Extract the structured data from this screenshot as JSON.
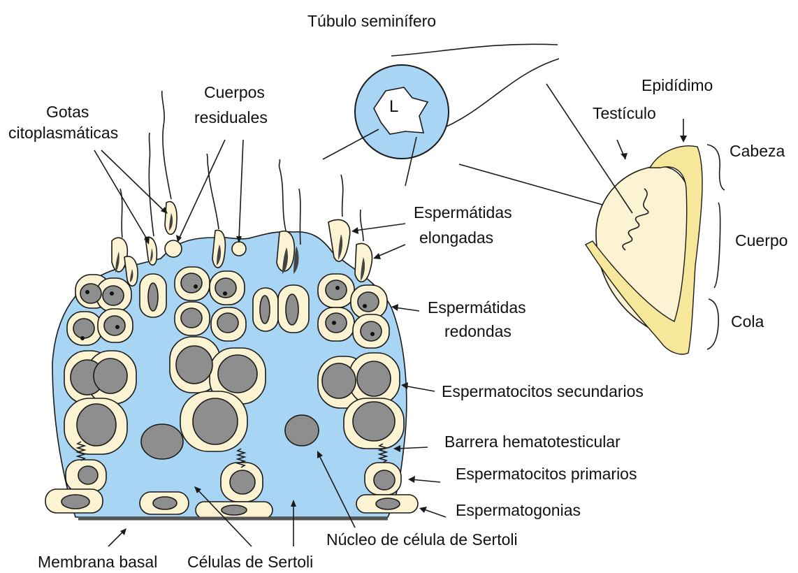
{
  "labels": {
    "tubulo": "Túbulo seminífero",
    "lumen": "L",
    "epididimo": "Epidídimo",
    "testiculo": "Testículo",
    "cabeza": "Cabeza",
    "cuerpo": "Cuerpo",
    "cola": "Cola",
    "gotas_1": "Gotas",
    "gotas_2": "citoplasmáticas",
    "cuerpos_1": "Cuerpos",
    "cuerpos_2": "residuales",
    "esp_elong_1": "Espermátidas",
    "esp_elong_2": "elongadas",
    "esp_red_1": "Espermátidas",
    "esp_red_2": "redondas",
    "espermatocitos_sec": "Espermatocitos secundarios",
    "barrera": "Barrera hematotesticular",
    "espermatocitos_prim": "Espermatocitos primarios",
    "espermatogonias": "Espermatogonias",
    "nucleo_sertoli": "Núcleo de célula de Sertoli",
    "membrana": "Membrana basal",
    "celulas_sertoli": "Células de Sertoli"
  },
  "colors": {
    "sertoli_cytoplasm": "#a9d5f5",
    "germ_cell": "#fbf3d2",
    "nucleus": "#8e8e8e",
    "epididymis": "#f6e79a",
    "testis": "#fbf3d2"
  }
}
